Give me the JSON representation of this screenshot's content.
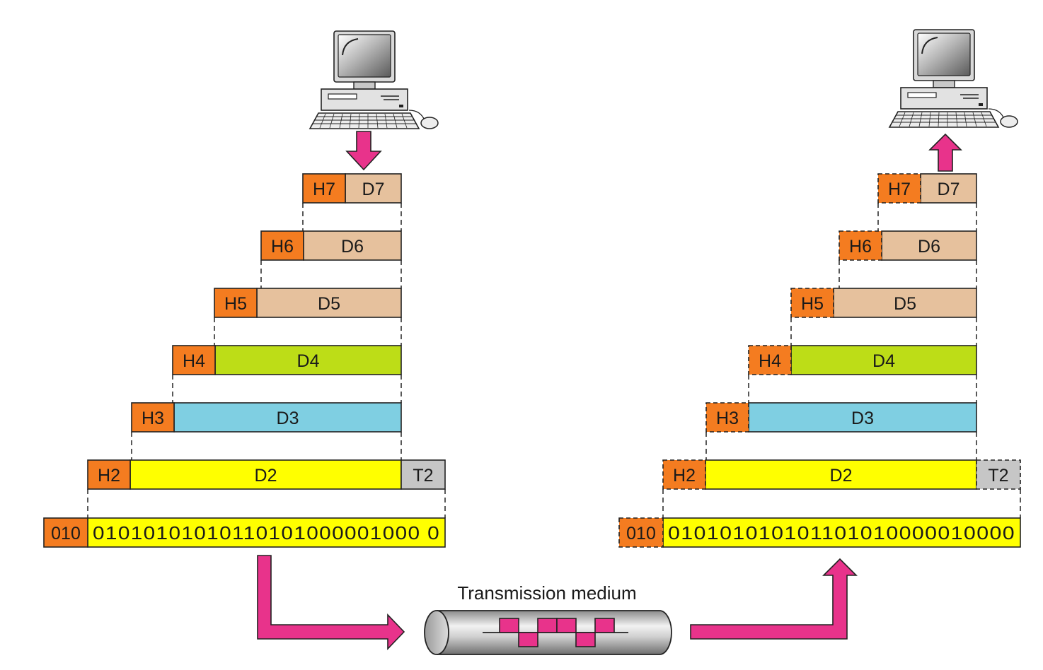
{
  "colors": {
    "header": "#f47c20",
    "app_data": "#e6c19d",
    "transport_data": "#bddd17",
    "network_data": "#7fcfe2",
    "datalink_data": "#ffff00",
    "trailer": "#c6c6c6",
    "arrow": "#e8338b"
  },
  "sender": {
    "icon": "computer-icon",
    "layers": [
      {
        "header": "H7",
        "data": "D7"
      },
      {
        "header": "H6",
        "data": "D6"
      },
      {
        "header": "H5",
        "data": "D5"
      },
      {
        "header": "H4",
        "data": "D4"
      },
      {
        "header": "H3",
        "data": "D3"
      },
      {
        "header": "H2",
        "data": "D2",
        "trailer": "T2"
      }
    ],
    "physical": {
      "header": "010",
      "bits": "01010101010110101000001000 0"
    }
  },
  "receiver": {
    "icon": "computer-icon",
    "layers": [
      {
        "header": "H7",
        "data": "D7"
      },
      {
        "header": "H6",
        "data": "D6"
      },
      {
        "header": "H5",
        "data": "D5"
      },
      {
        "header": "H4",
        "data": "D4"
      },
      {
        "header": "H3",
        "data": "D3"
      },
      {
        "header": "H2",
        "data": "D2",
        "trailer": "T2"
      }
    ],
    "physical": {
      "header": "010",
      "bits": "010101010101101010000010000"
    }
  },
  "medium": {
    "caption": "Transmission medium",
    "icon": "transmission-cable-icon"
  }
}
